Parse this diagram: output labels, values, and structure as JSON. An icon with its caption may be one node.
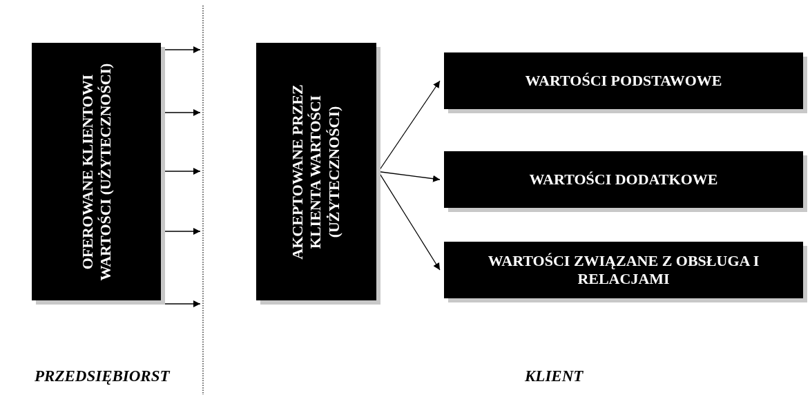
{
  "diagram": {
    "nodes": [
      {
        "text": [
          "OFEROWANE KLIENTOWI WARTOŚCI (UŻYTECZNOŚCI)"
        ]
      },
      {
        "text": [
          "AKCEPTOWANE PRZEZ KLIENTA WARTOŚCI (UŻYTECZNOŚCI)"
        ]
      },
      {
        "text": [
          "WARTOŚCI PODSTAWOWE"
        ]
      },
      {
        "text": [
          "WARTOŚCI DODATKOWE"
        ]
      },
      {
        "text": [
          "WARTOŚCI ZWIĄZANE Z OBSŁUGA I RELACJAMI"
        ]
      }
    ],
    "edges": [
      {
        "from": 0,
        "to": null,
        "arrow": "to"
      },
      {
        "from": 0,
        "to": null,
        "arrow": "to"
      },
      {
        "from": 0,
        "to": null,
        "arrow": "to"
      },
      {
        "from": 0,
        "to": null,
        "arrow": "to"
      },
      {
        "from": 0,
        "to": null,
        "arrow": "to"
      },
      {
        "from": 1,
        "to": 2,
        "arrow": "to"
      },
      {
        "from": 1,
        "to": 3,
        "arrow": "to"
      },
      {
        "from": 1,
        "to": 4,
        "arrow": "to"
      }
    ],
    "labels": [
      "PRZEDSIĘBIORST",
      "KLIENT"
    ]
  }
}
